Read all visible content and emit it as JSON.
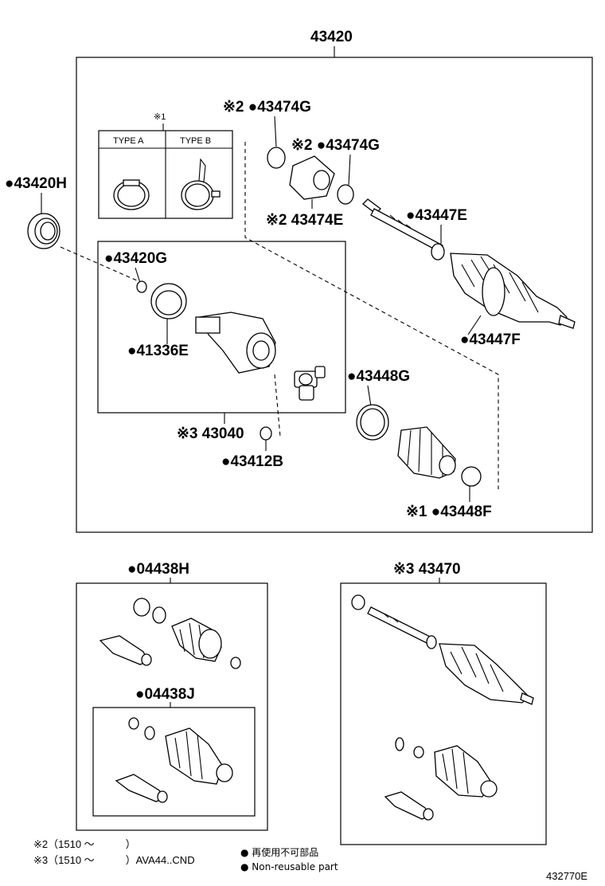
{
  "main_assembly": {
    "number": "43420"
  },
  "type_table": {
    "mark": "※1",
    "type_a": "TYPE A",
    "type_b": "TYPE B"
  },
  "labels": {
    "p_43420h": "●43420H",
    "p_43420g": "●43420G",
    "p_41336e": "●41336E",
    "p_43040": "※3 43040",
    "p_43412b": "●43412B",
    "p_43474g_top": "※2 ●43474G",
    "p_43474g_mid": "※2 ●43474G",
    "p_43474e": "※2 43474E",
    "p_43447e": "●43447E",
    "p_43447f": "●43447F",
    "p_43448g": "●43448G",
    "p_43448f": "※1 ●43448F",
    "p_04438h": "●04438H",
    "p_04438j": "●04438J",
    "p_43470": "※3 43470"
  },
  "footnotes": {
    "note2": "※2（1510 ～　　　）",
    "note3": "※3（1510 ～　　　）AVA44..CND",
    "legend_jp": "● 再使用不可部品",
    "legend_en": "● Non-reusable part"
  },
  "figure_id": "432770E"
}
